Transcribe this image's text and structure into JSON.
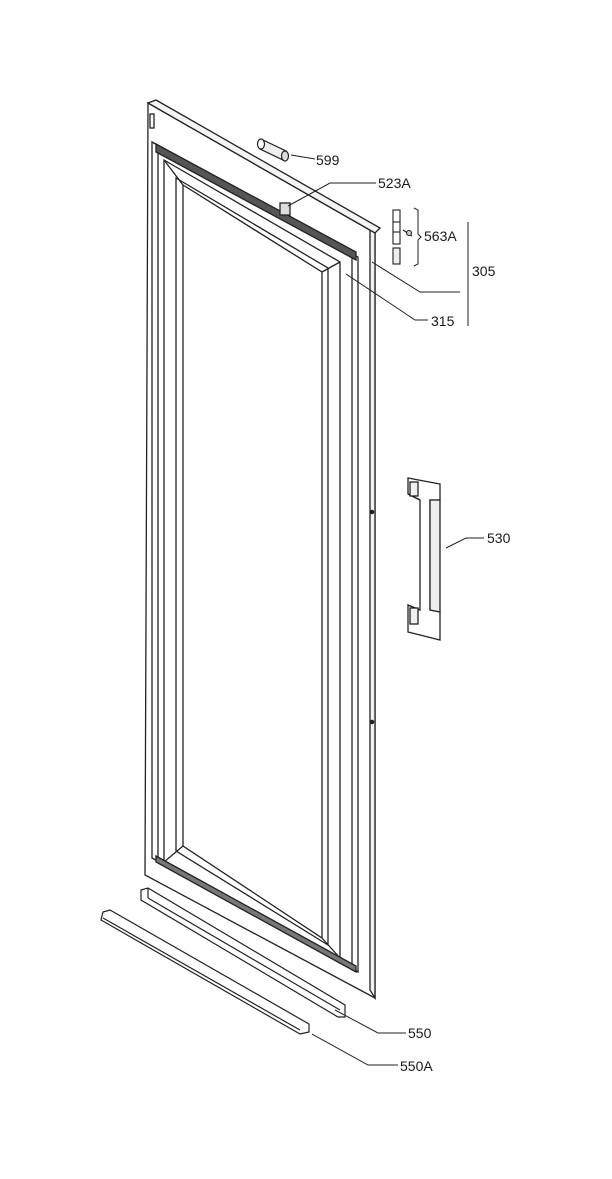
{
  "diagram": {
    "callouts": [
      {
        "id": "599",
        "label": "599"
      },
      {
        "id": "523A",
        "label": "523A"
      },
      {
        "id": "563A",
        "label": "563A"
      },
      {
        "id": "305",
        "label": "305"
      },
      {
        "id": "315",
        "label": "315"
      },
      {
        "id": "530",
        "label": "530"
      },
      {
        "id": "550",
        "label": "550"
      },
      {
        "id": "550A",
        "label": "550A"
      }
    ]
  }
}
